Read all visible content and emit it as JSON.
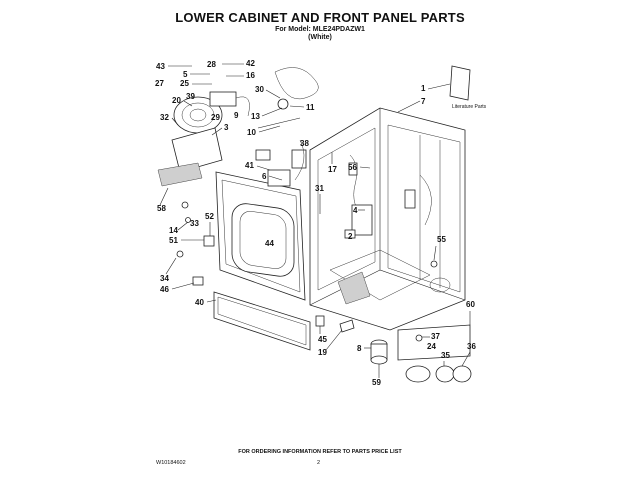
{
  "title": "LOWER CABINET AND FRONT PANEL PARTS",
  "model_line": "For Model: MLE24PDAZW1",
  "color_line": "(White)",
  "literature_label": "Literature Parts",
  "footer_note": "FOR ORDERING INFORMATION REFER TO PARTS PRICE LIST",
  "doc_code": "W10184602",
  "page_number": "2",
  "callouts": [
    "43",
    "28",
    "42",
    "5",
    "16",
    "25",
    "27",
    "1",
    "7",
    "39",
    "30",
    "20",
    "29",
    "9",
    "13",
    "11",
    "32",
    "3",
    "10",
    "38",
    "41",
    "6",
    "17",
    "56",
    "31",
    "58",
    "33",
    "52",
    "2",
    "44",
    "14",
    "51",
    "55",
    "4",
    "34",
    "46",
    "40",
    "60",
    "37",
    "24",
    "45",
    "19",
    "8",
    "36",
    "35",
    "59"
  ]
}
